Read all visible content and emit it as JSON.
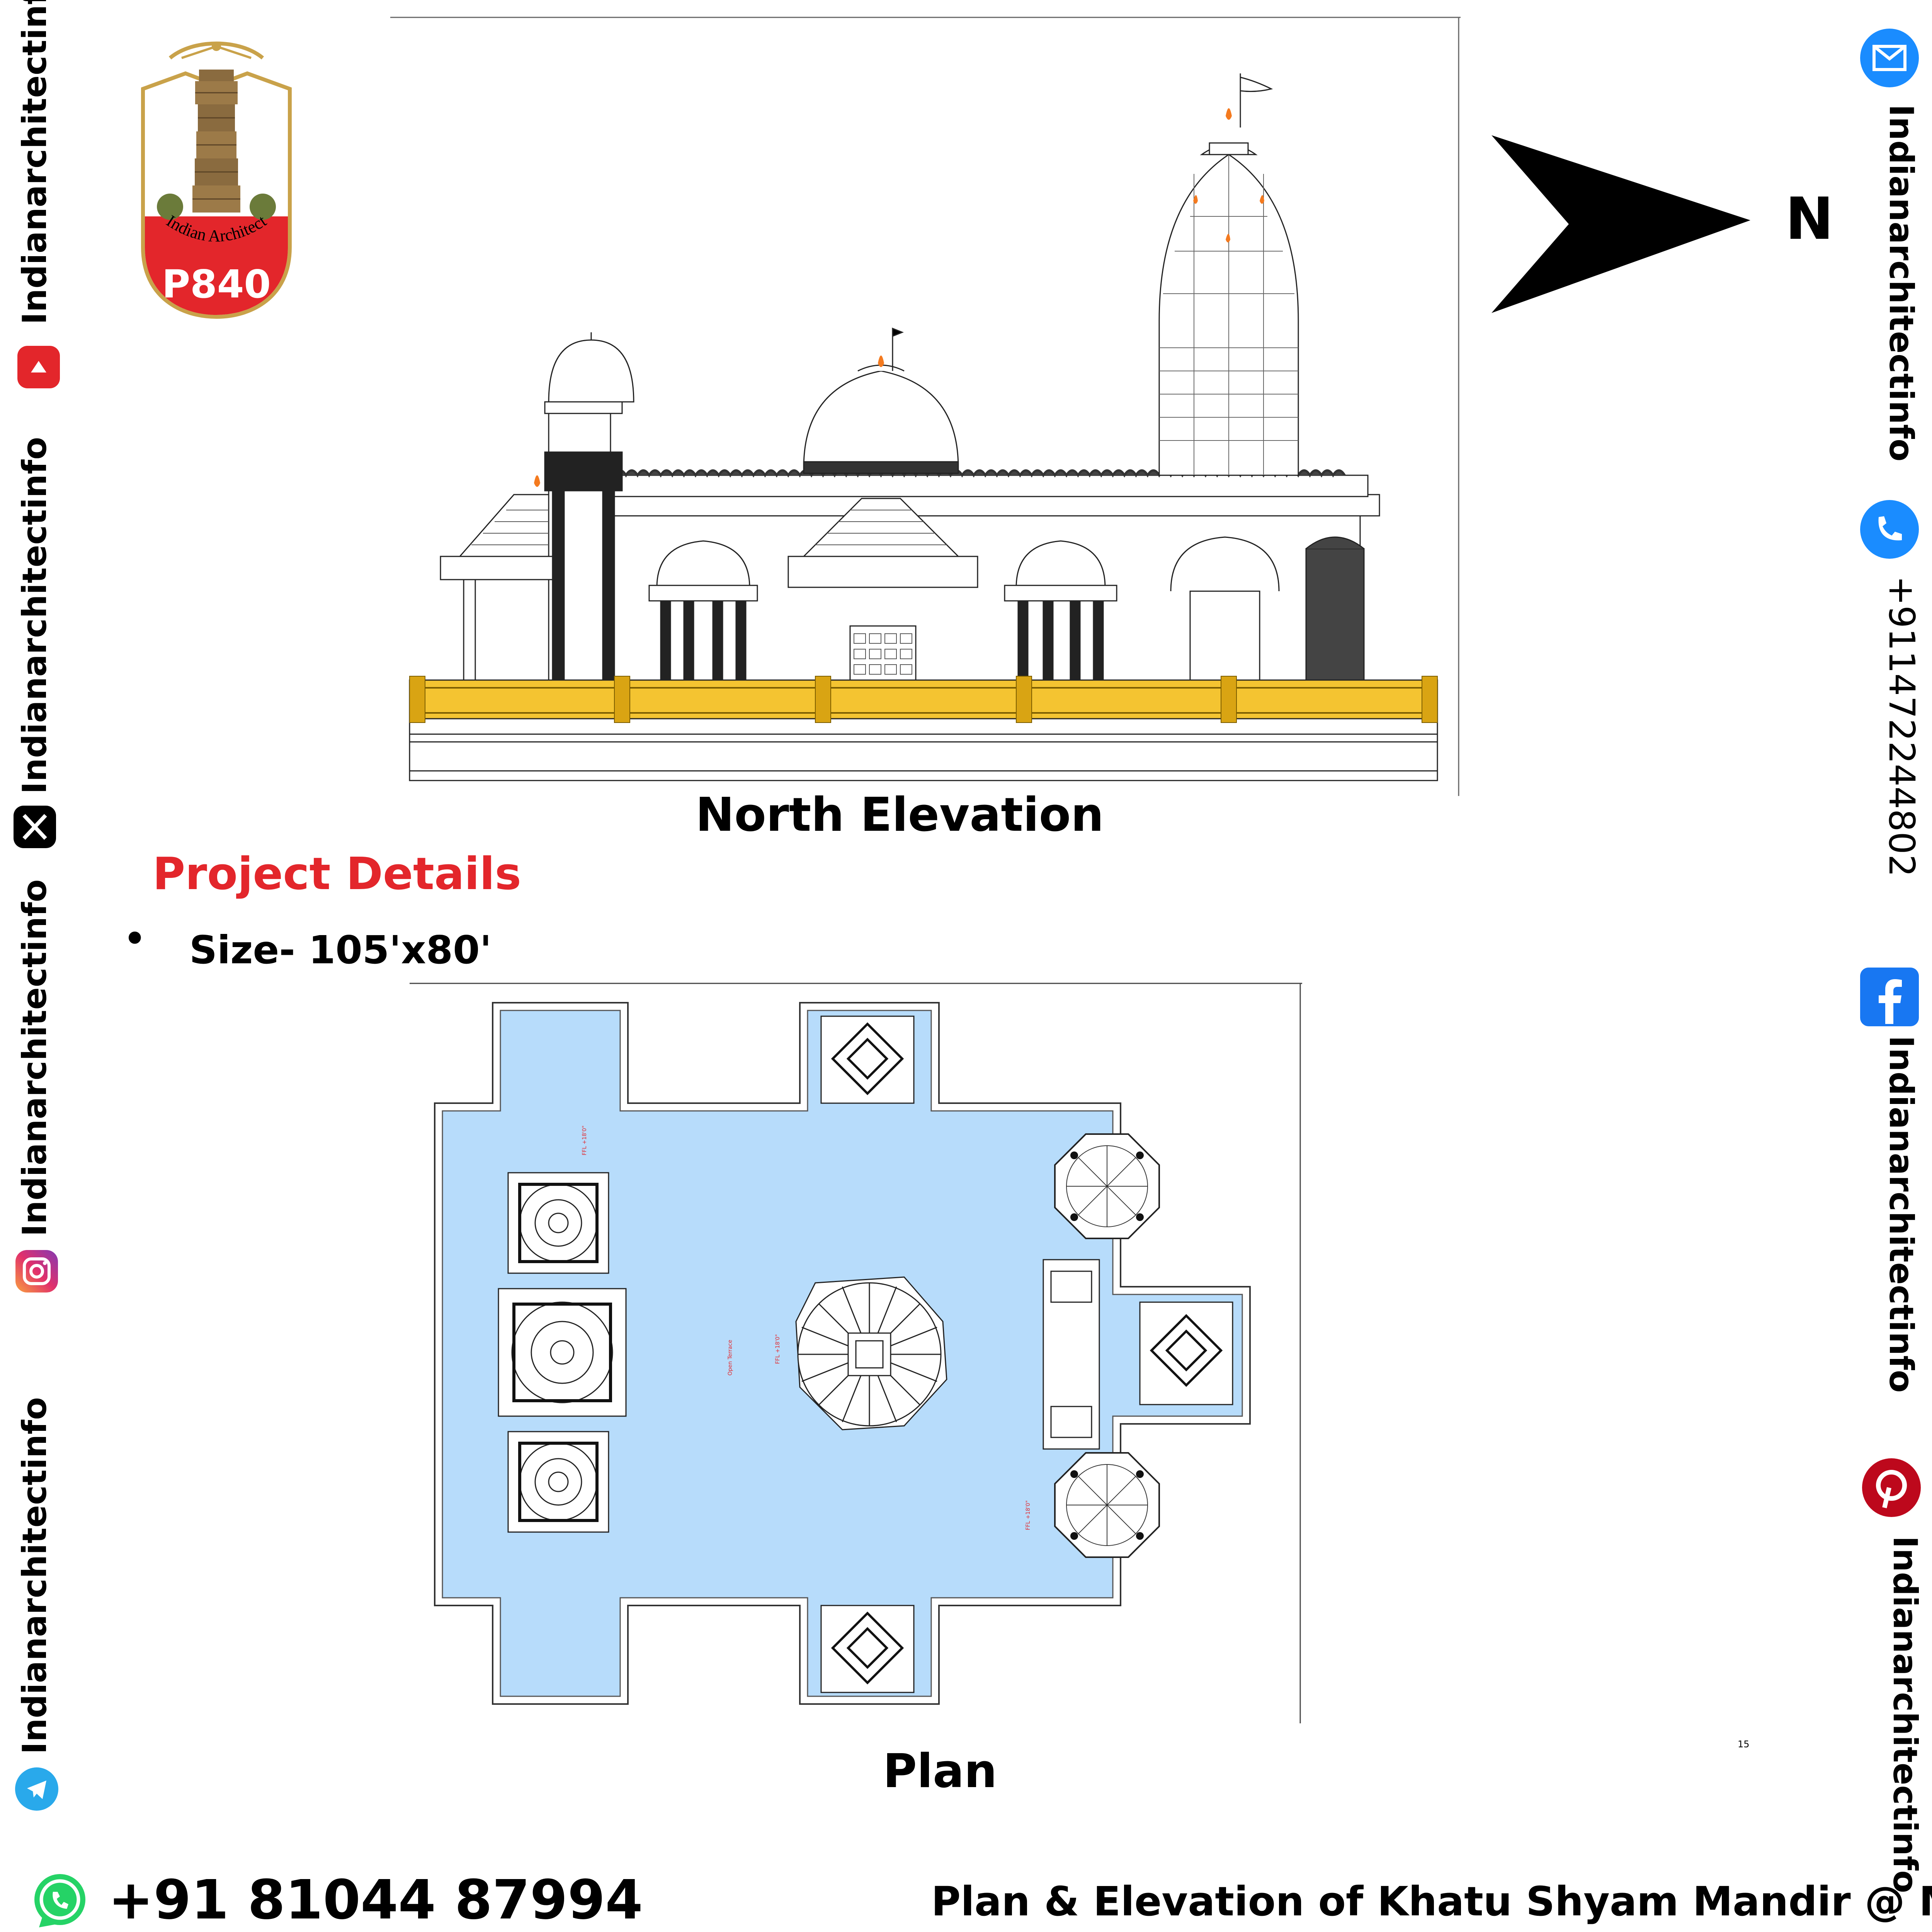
{
  "logo": {
    "arc_text": "Indian Architect",
    "code": "P840",
    "colors": {
      "shield": "#e3262b",
      "tower": "#8a6b3f",
      "gold": "#c9a24a"
    }
  },
  "left_social": {
    "items": [
      {
        "handle": "Indianarchitectinfo",
        "icon": "youtube-icon"
      },
      {
        "handle": "Indianarchitectinfo",
        "icon": "x-icon"
      },
      {
        "handle": "Indianarchitectinfo",
        "icon": "instagram-icon"
      },
      {
        "handle": "Indianarchitectinfo",
        "icon": "telegram-icon"
      }
    ]
  },
  "right_social": {
    "items": [
      {
        "text": "Indianarchitectinfo",
        "icon": "email-icon"
      },
      {
        "text": "+911472244802",
        "icon": "phone-icon"
      },
      {
        "text": "Indianarchitectinfo",
        "icon": "facebook-icon"
      },
      {
        "text": "Indianarchitectinfo",
        "icon": "pinterest-icon"
      }
    ]
  },
  "north": {
    "label": "N"
  },
  "elevation": {
    "title": "North Elevation"
  },
  "project": {
    "heading": "Project Details",
    "size": "Size- 105'x80'"
  },
  "plan": {
    "title": "Plan",
    "label_open_terrace": "Open Terrace",
    "label_ffl_1": "FFL +18'0\"",
    "label_ffl_2": "FFL +18'0\"",
    "label_ffl_3": "FFL +18'0\"",
    "page_number": "15"
  },
  "footer": {
    "phone": "+91 81044 87994",
    "caption": "Plan & Elevation of Khatu Shyam Mandir @ MP"
  },
  "colors": {
    "accent_red": "#e3262b",
    "plan_fill": "#b7dcfb",
    "railing_gold": "#f4c431",
    "whatsapp_green": "#25d366",
    "facebook_blue": "#1877f2",
    "pinterest_red": "#bd081c",
    "telegram_blue": "#29a9eb"
  }
}
